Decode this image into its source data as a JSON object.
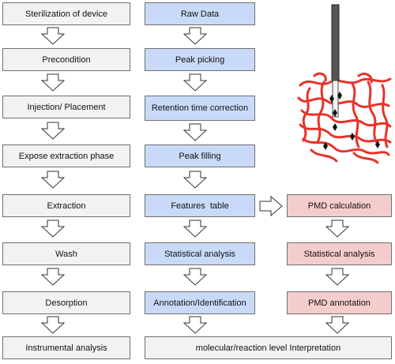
{
  "sample_prep": [
    "Sterilization of device",
    "Precondition",
    "Injection/ Placement",
    "Expose extraction phase",
    "Extraction",
    "Wash",
    "Desorption",
    "Instrumental analysis"
  ],
  "data_processing": [
    "Raw Data",
    "Peak picking",
    "Retention time correction",
    "Peak filling",
    "Features  table",
    "Statistical analysis",
    "Annotation/Identification"
  ],
  "pmd": [
    "PMD calculation",
    "Statistical analysis",
    "PMD annotation"
  ],
  "interpretation": "molecular/reaction level Interpretation",
  "colors": {
    "gray_fill": "#f2f2f2",
    "blue_fill": "#c9daf8",
    "pink_fill": "#f4cccc",
    "fiber_red": "#e8322b"
  }
}
